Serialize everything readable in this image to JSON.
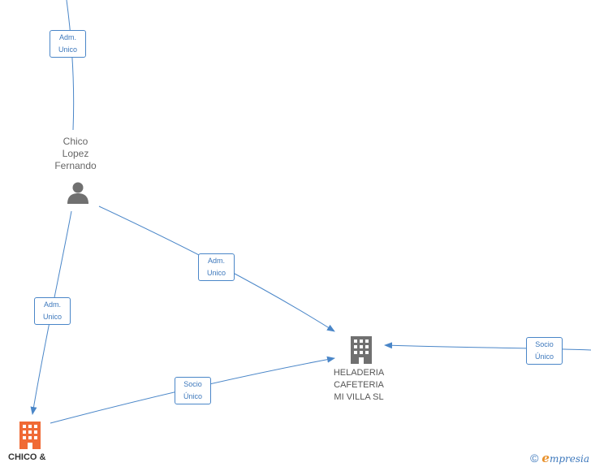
{
  "nodes": {
    "person": {
      "name_lines": [
        "Chico",
        "Lopez",
        "Fernando"
      ],
      "icon": "person-icon"
    },
    "heladeria": {
      "name_lines": [
        "HELADERIA",
        "CAFETERIA",
        "MI VILLA SL"
      ],
      "icon": "building-icon"
    },
    "chico_company": {
      "name": "CHICO &",
      "icon": "building-icon",
      "color": "#f06a35"
    }
  },
  "edges": {
    "top_adm": [
      "Adm.",
      "Unico"
    ],
    "person_heladeria": [
      "Adm.",
      "Unico"
    ],
    "person_chico": [
      "Adm.",
      "Unico"
    ],
    "chico_heladeria": [
      "Socio",
      "Único"
    ],
    "right_socio": [
      "Socio",
      "Único"
    ]
  },
  "colors": {
    "edge": "#4a86c8",
    "node_icon": "#707070",
    "accent": "#f06a35"
  },
  "footer": {
    "copyright": "©",
    "brand_initial": "e",
    "brand_rest": "mpresia"
  }
}
